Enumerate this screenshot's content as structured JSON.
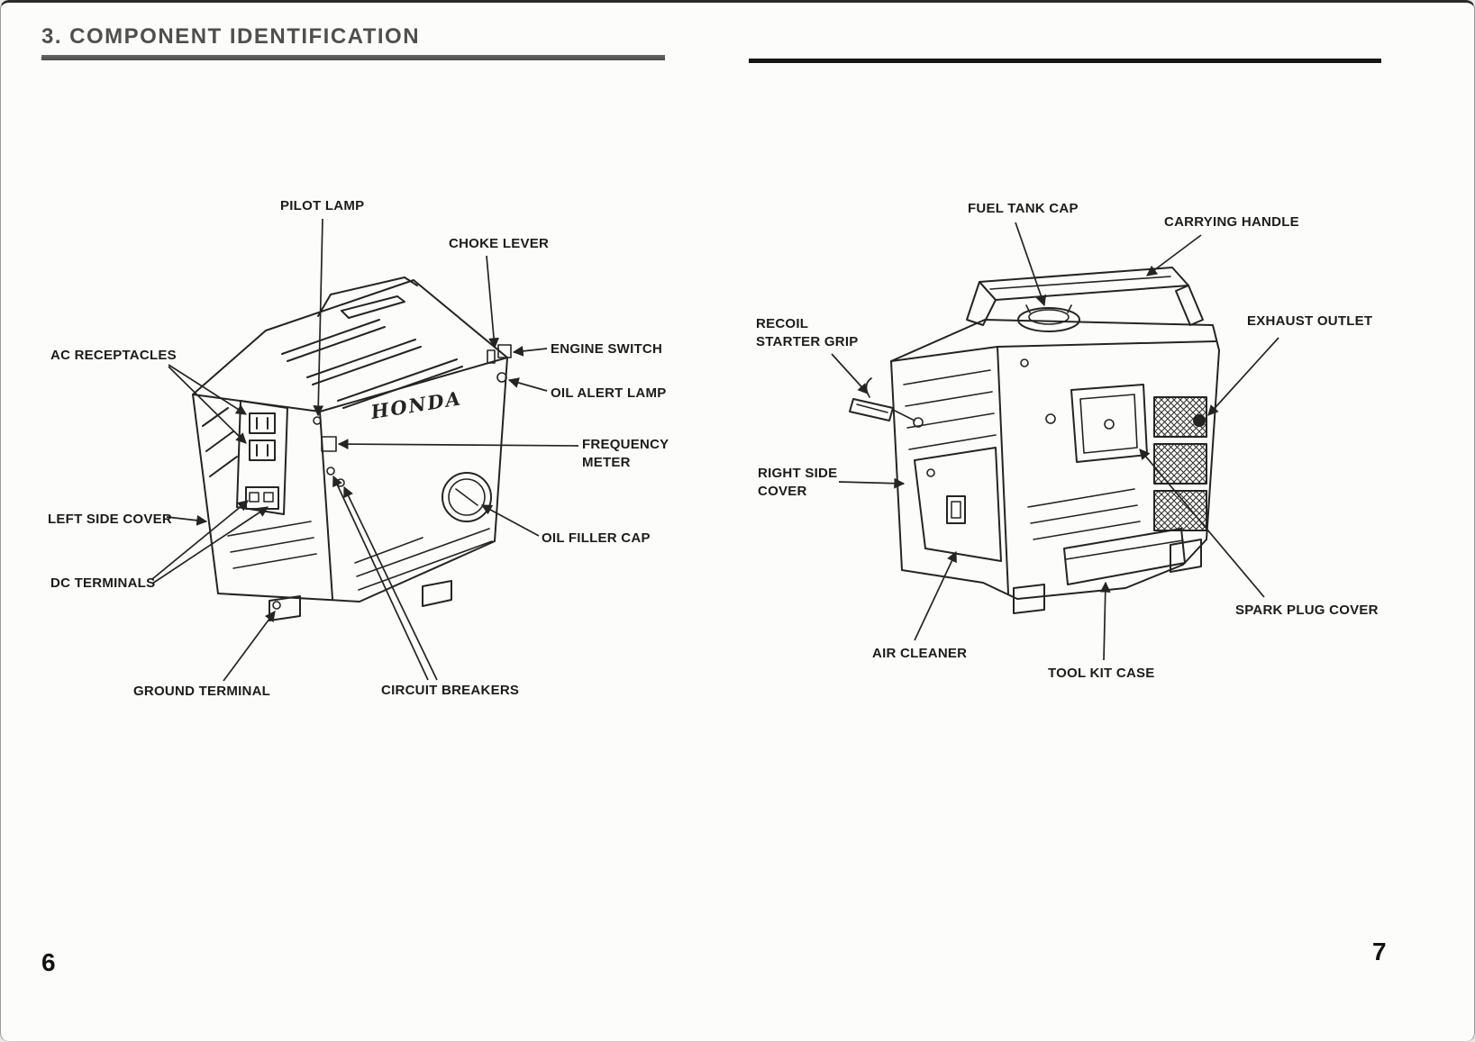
{
  "page": {
    "heading": "3. COMPONENT IDENTIFICATION",
    "left_page_number": "6",
    "right_page_number": "7"
  },
  "left_diagram": {
    "brand": "HONDA",
    "labels": {
      "pilot_lamp": "PILOT LAMP",
      "choke_lever": "CHOKE LEVER",
      "ac_receptacles": "AC RECEPTACLES",
      "engine_switch": "ENGINE SWITCH",
      "oil_alert_lamp": "OIL ALERT LAMP",
      "frequency_meter": "FREQUENCY\nMETER",
      "left_side_cover": "LEFT SIDE COVER",
      "oil_filler_cap": "OIL FILLER CAP",
      "dc_terminals": "DC TERMINALS",
      "ground_terminal": "GROUND TERMINAL",
      "circuit_breakers": "CIRCUIT BREAKERS"
    }
  },
  "right_diagram": {
    "labels": {
      "fuel_tank_cap": "FUEL TANK CAP",
      "carrying_handle": "CARRYING HANDLE",
      "recoil_starter_grip": "RECOIL\nSTARTER GRIP",
      "exhaust_outlet": "EXHAUST OUTLET",
      "right_side_cover": "RIGHT SIDE\nCOVER",
      "air_cleaner": "AIR CLEANER",
      "tool_kit_case": "TOOL KIT CASE",
      "spark_plug_cover": "SPARK PLUG COVER"
    }
  }
}
